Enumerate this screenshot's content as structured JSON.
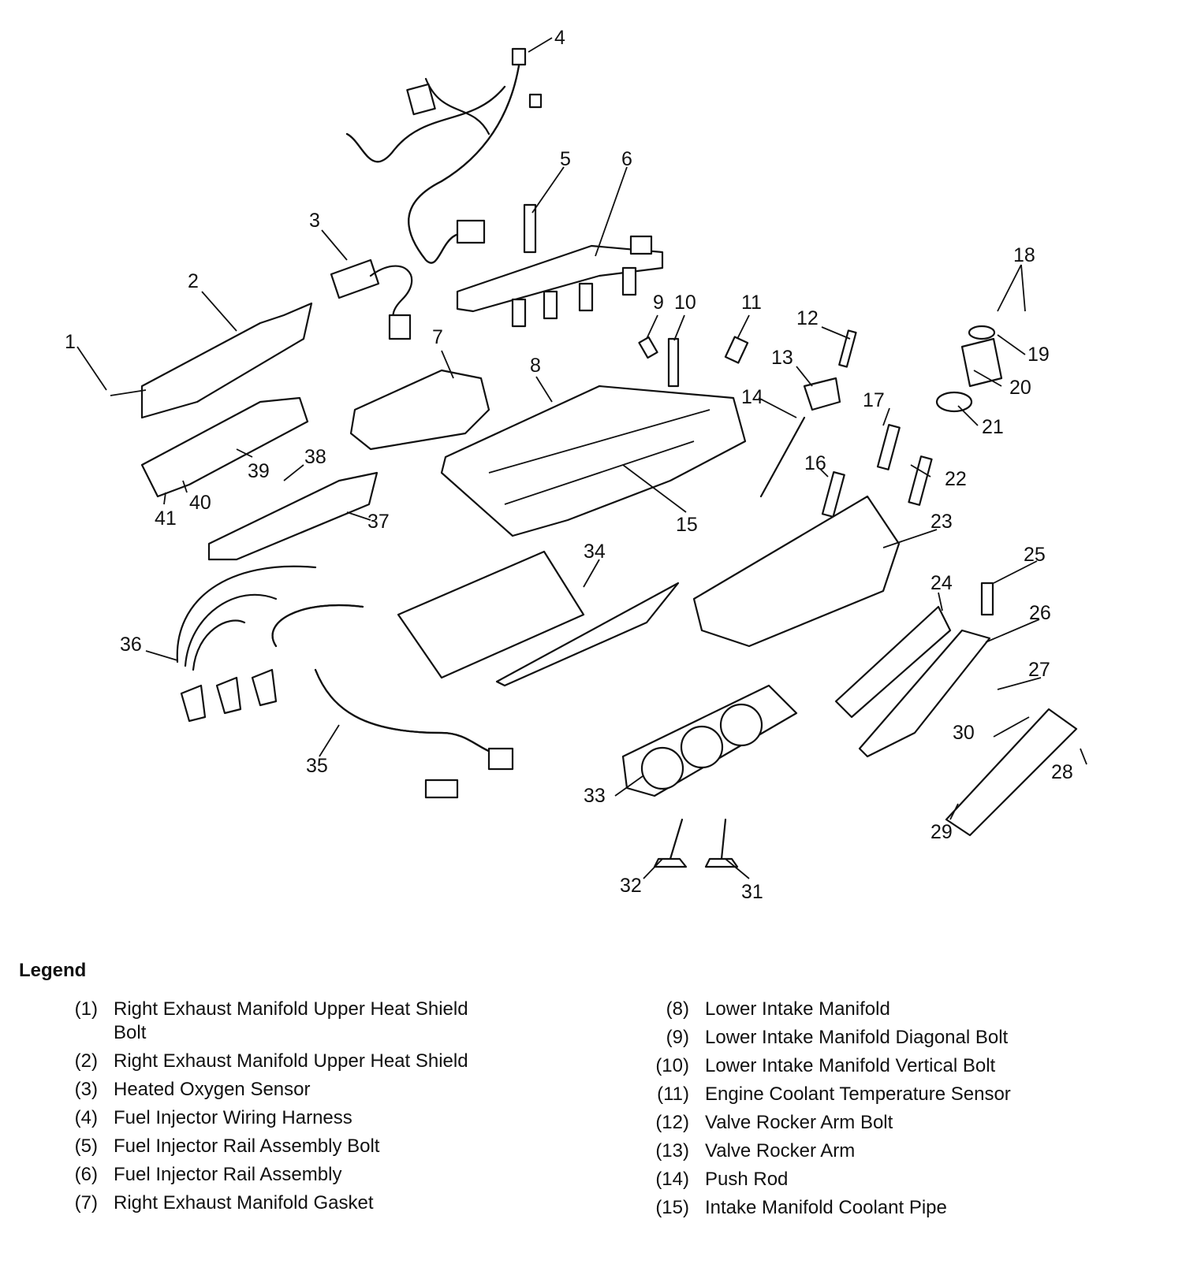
{
  "callouts": [
    "1",
    "2",
    "3",
    "4",
    "5",
    "6",
    "7",
    "8",
    "9",
    "10",
    "11",
    "12",
    "13",
    "14",
    "15",
    "16",
    "17",
    "18",
    "19",
    "20",
    "21",
    "22",
    "23",
    "24",
    "25",
    "26",
    "27",
    "28",
    "29",
    "30",
    "31",
    "32",
    "33",
    "34",
    "35",
    "36",
    "37",
    "38",
    "39",
    "40",
    "41"
  ],
  "legend": {
    "title": "Legend",
    "left": [
      {
        "num": "(1)",
        "text": "Right Exhaust Manifold Upper Heat Shield Bolt"
      },
      {
        "num": "(2)",
        "text": "Right Exhaust Manifold Upper Heat Shield"
      },
      {
        "num": "(3)",
        "text": "Heated Oxygen Sensor"
      },
      {
        "num": "(4)",
        "text": "Fuel Injector Wiring Harness"
      },
      {
        "num": "(5)",
        "text": "Fuel Injector Rail Assembly Bolt"
      },
      {
        "num": "(6)",
        "text": "Fuel Injector Rail Assembly"
      },
      {
        "num": "(7)",
        "text": "Right Exhaust Manifold Gasket"
      }
    ],
    "right": [
      {
        "num": "(8)",
        "text": "Lower Intake Manifold"
      },
      {
        "num": "(9)",
        "text": "Lower Intake Manifold Diagonal Bolt"
      },
      {
        "num": "(10)",
        "text": "Lower Intake Manifold Vertical Bolt"
      },
      {
        "num": "(11)",
        "text": "Engine Coolant Temperature Sensor"
      },
      {
        "num": "(12)",
        "text": "Valve Rocker Arm Bolt"
      },
      {
        "num": "(13)",
        "text": "Valve Rocker Arm"
      },
      {
        "num": "(14)",
        "text": "Push Rod"
      },
      {
        "num": "(15)",
        "text": "Intake Manifold Coolant Pipe"
      }
    ]
  }
}
